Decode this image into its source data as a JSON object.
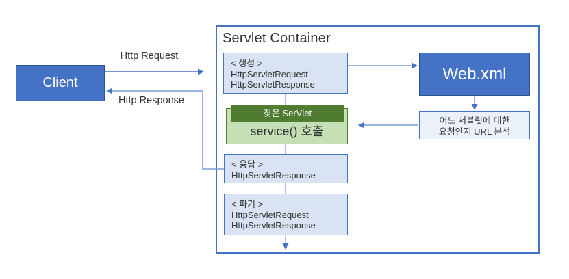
{
  "colors": {
    "primary_blue": "#4472C4",
    "dark_blue_border": "#2F528F",
    "light_blue_fill": "#DAE3F3",
    "pale_blue_fill": "#EBF1F9",
    "dark_green": "#4F7B31",
    "green_border": "#538135",
    "light_green": "#C5E0B4",
    "connector_light": "#8FAADC",
    "connector_mid": "#7C9CD6",
    "text_dark": "#333333"
  },
  "client": {
    "label": "Client"
  },
  "flow_labels": {
    "http_request": "Http Request",
    "http_response": "Http Response"
  },
  "container": {
    "title": "Servlet Container"
  },
  "boxes": {
    "create": {
      "lines": [
        "< 생성 >",
        "HttpServletRequest",
        "HttpServletResponse"
      ]
    },
    "found_servlet": {
      "header": "찾은 SerVlet",
      "body": "service() 호출"
    },
    "respond": {
      "lines": [
        "< 응답 >",
        "HttpServletResponse"
      ]
    },
    "destroy": {
      "lines": [
        "< 파기 >",
        "HttpServletRequest",
        "HttpServletResponse"
      ]
    },
    "webxml": {
      "label": "Web.xml"
    },
    "url_analysis": {
      "lines": [
        "어느 서블릿에 대한",
        "요청인지 URL 분석"
      ]
    }
  }
}
